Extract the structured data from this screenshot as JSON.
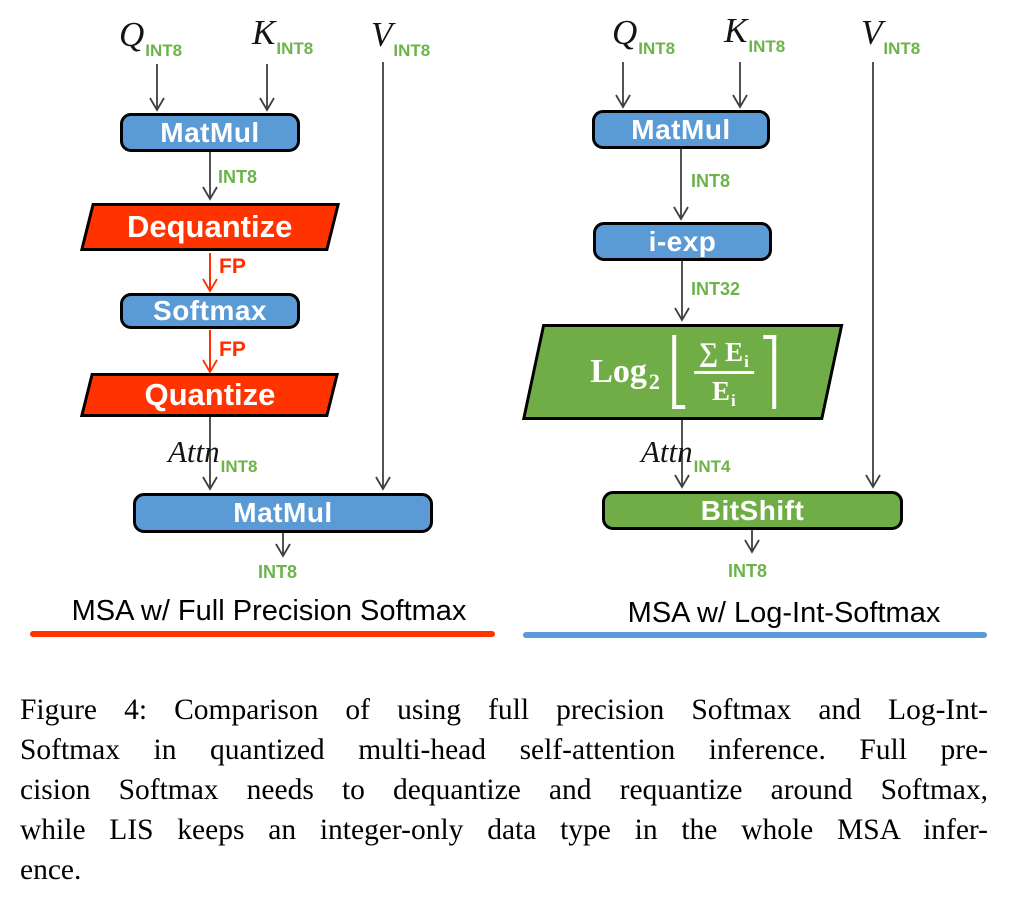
{
  "figure": {
    "left": {
      "inputs": [
        {
          "base": "Q",
          "sub": "INT8"
        },
        {
          "base": "K",
          "sub": "INT8"
        },
        {
          "base": "V",
          "sub": "INT8"
        }
      ],
      "nodes": {
        "matmul1": "MatMul",
        "dequantize": "Dequantize",
        "softmax": "Softmax",
        "quantize": "Quantize",
        "matmul2": "MatMul"
      },
      "labels": {
        "int8": "INT8",
        "fp1": "FP",
        "fp2": "FP",
        "attn_base": "Attn",
        "attn_sub": "INT8",
        "output": "INT8"
      },
      "title": "MSA w/ Full Precision Softmax"
    },
    "right": {
      "inputs": [
        {
          "base": "Q",
          "sub": "INT8"
        },
        {
          "base": "K",
          "sub": "INT8"
        },
        {
          "base": "V",
          "sub": "INT8"
        }
      ],
      "nodes": {
        "matmul1": "MatMul",
        "iexp": "i-exp",
        "bitshift": "BitShift"
      },
      "formula": {
        "log": "Log",
        "log_sub": "2",
        "sum": "∑",
        "num_base": "E",
        "num_sub": "i",
        "den_base": "E",
        "den_sub": "i"
      },
      "labels": {
        "int8": "INT8",
        "int32": "INT32",
        "attn_base": "Attn",
        "attn_sub": "INT4",
        "output": "INT8"
      },
      "title": "MSA w/ Log-Int-Softmax"
    }
  },
  "caption": {
    "lines": [
      "Figure 4: Comparison of using full precision Softmax and Log-Int-",
      "Softmax in quantized multi-head self-attention inference. Full pre-",
      "cision Softmax needs to dequantize and requantize around Softmax,",
      "while LIS keeps an integer-only data type in the whole MSA infer-",
      "ence."
    ]
  },
  "colors": {
    "node_blue": "#5B9BD5",
    "node_green": "#70AD47",
    "accent_red": "#FF3300",
    "label_green": "#6CB44A",
    "wire_gray": "#3F3F3F"
  }
}
